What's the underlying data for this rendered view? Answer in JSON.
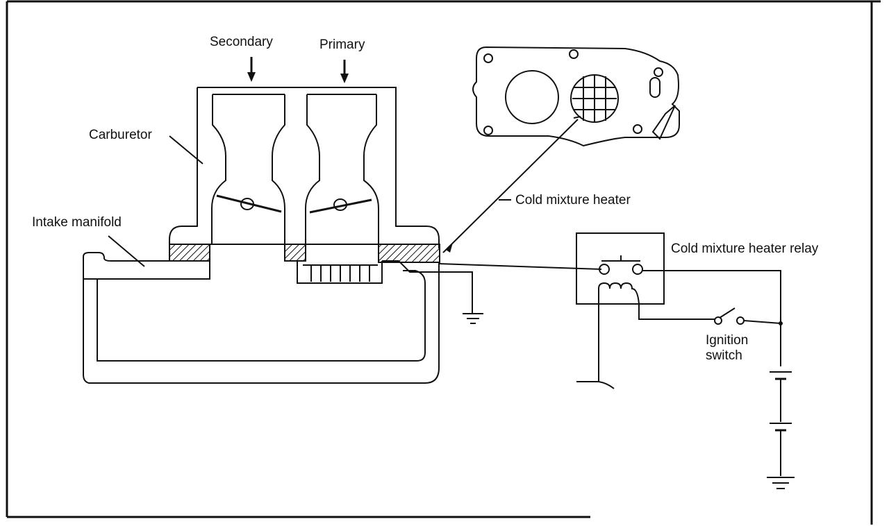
{
  "labels": {
    "secondary": "Secondary",
    "primary": "Primary",
    "carburetor": "Carburetor",
    "intake_manifold": "Intake manifold",
    "cold_mixture_heater": "Cold mixture heater",
    "cold_mixture_heater_relay": "Cold mixture heater relay",
    "ignition_switch_line1": "Ignition",
    "ignition_switch_line2": "switch"
  },
  "colors": {
    "ink": "#111111",
    "paper": "#ffffff"
  }
}
